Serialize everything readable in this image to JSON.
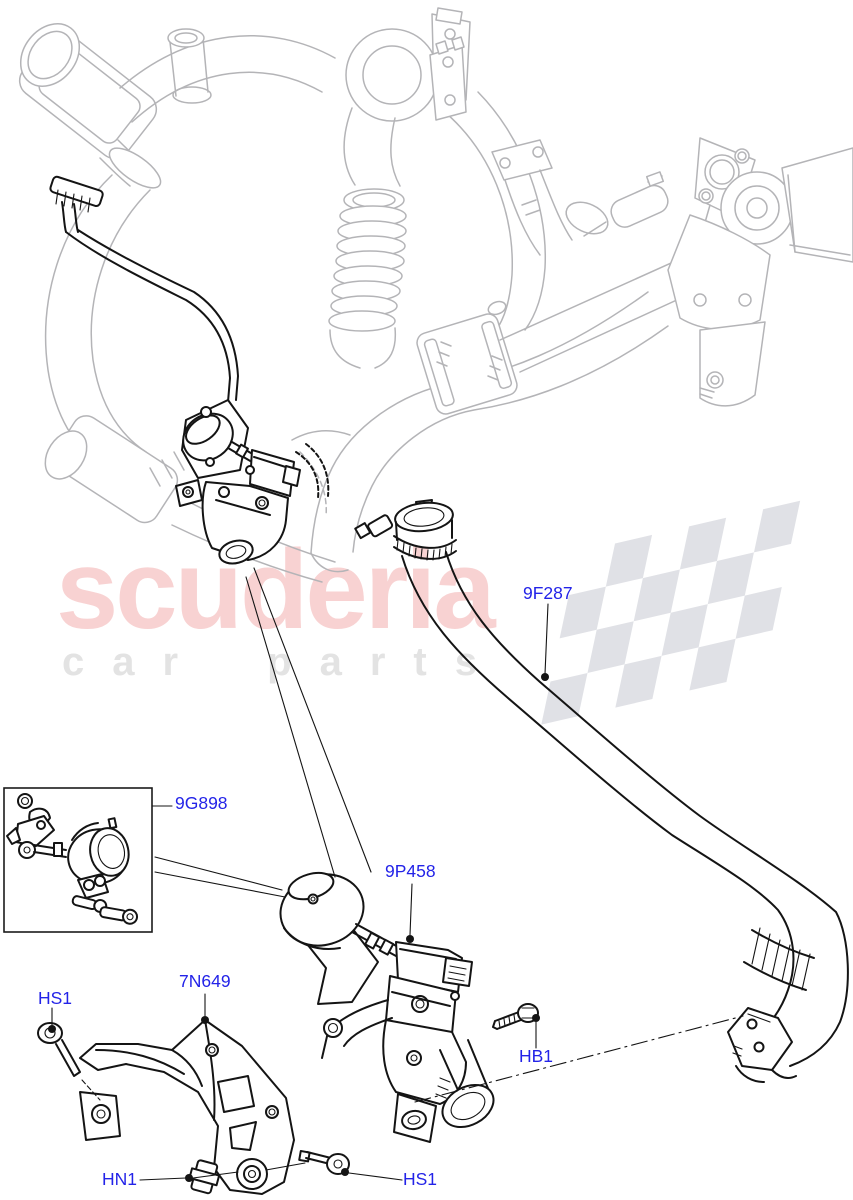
{
  "watermark": {
    "brand": "scuderia",
    "tagline": "car parts"
  },
  "colors": {
    "label": "#2323e8",
    "brand": "#f8d2d2",
    "tagline": "#e3e3e3",
    "muted_line": "#b4b4b7",
    "highlight_line": "#141414",
    "checker": "#e0e1e6",
    "background": "#ffffff"
  },
  "labels": [
    {
      "text": "9G898"
    },
    {
      "text": "9F287"
    },
    {
      "text": "9P458"
    },
    {
      "text": "7N649"
    },
    {
      "text": "HS1"
    },
    {
      "text": "HB1"
    },
    {
      "text": "HN1"
    },
    {
      "text": "HS1"
    }
  ]
}
